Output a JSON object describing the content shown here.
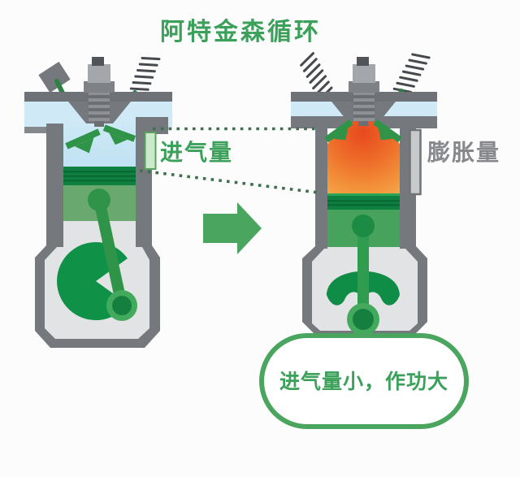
{
  "title": "阿特金森循环",
  "labels": {
    "intake_amount": "进气量",
    "expansion_amount": "膨胀量"
  },
  "callout": {
    "text": "进气量小，作功大"
  },
  "colors": {
    "accent_green_text": "#3ba15a",
    "arrow_bubble_green": "#4aa55f",
    "mechanism_green": "#12954a",
    "piston_green": "#69a96f",
    "label_gray": "#86888b",
    "engine_block_gray": "#75797d",
    "intake_blue": "#cfe9f6",
    "combustion_orange_core": "#e8491f",
    "combustion_orange_edge": "#f9c966",
    "background": "#fcfcfd"
  }
}
